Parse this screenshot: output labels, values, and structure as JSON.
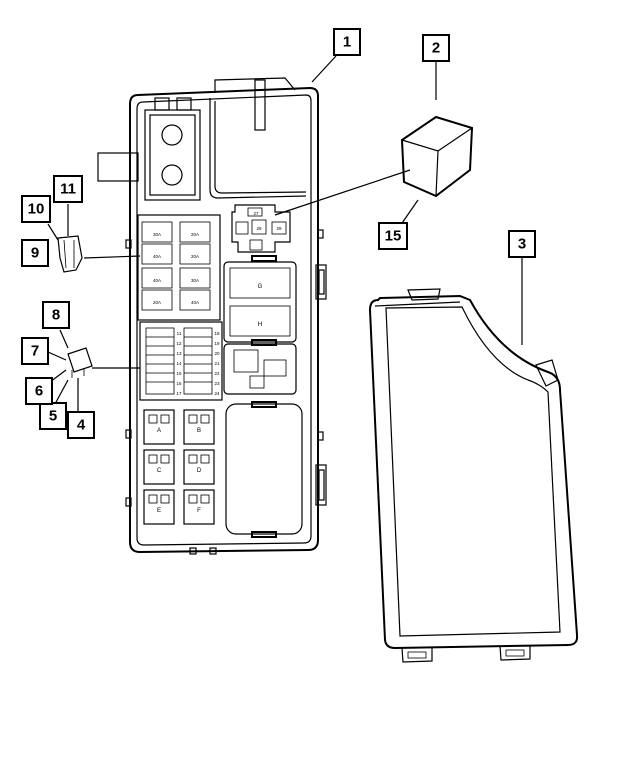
{
  "callouts": [
    {
      "id": "1",
      "label": "1"
    },
    {
      "id": "2",
      "label": "2"
    },
    {
      "id": "3",
      "label": "3"
    },
    {
      "id": "4",
      "label": "4"
    },
    {
      "id": "5",
      "label": "5"
    },
    {
      "id": "6",
      "label": "6"
    },
    {
      "id": "7",
      "label": "7"
    },
    {
      "id": "8",
      "label": "8"
    },
    {
      "id": "9",
      "label": "9"
    },
    {
      "id": "10",
      "label": "10"
    },
    {
      "id": "11",
      "label": "11"
    },
    {
      "id": "15",
      "label": "15"
    }
  ],
  "fuse_labels": [
    "30A",
    "20A",
    "40A",
    "20A",
    "40A",
    "30A",
    "20A",
    "40A"
  ],
  "relay_labels": [
    "A",
    "B",
    "C",
    "D",
    "E",
    "F"
  ],
  "minifuse_rows": [
    "11",
    "12",
    "13",
    "14",
    "15",
    "16",
    "17",
    "18",
    "19",
    "20",
    "21",
    "22",
    "23",
    "24"
  ],
  "block_relay_letters": [
    "G",
    "H"
  ],
  "bracket_numbers": [
    "27",
    "28",
    "29"
  ]
}
